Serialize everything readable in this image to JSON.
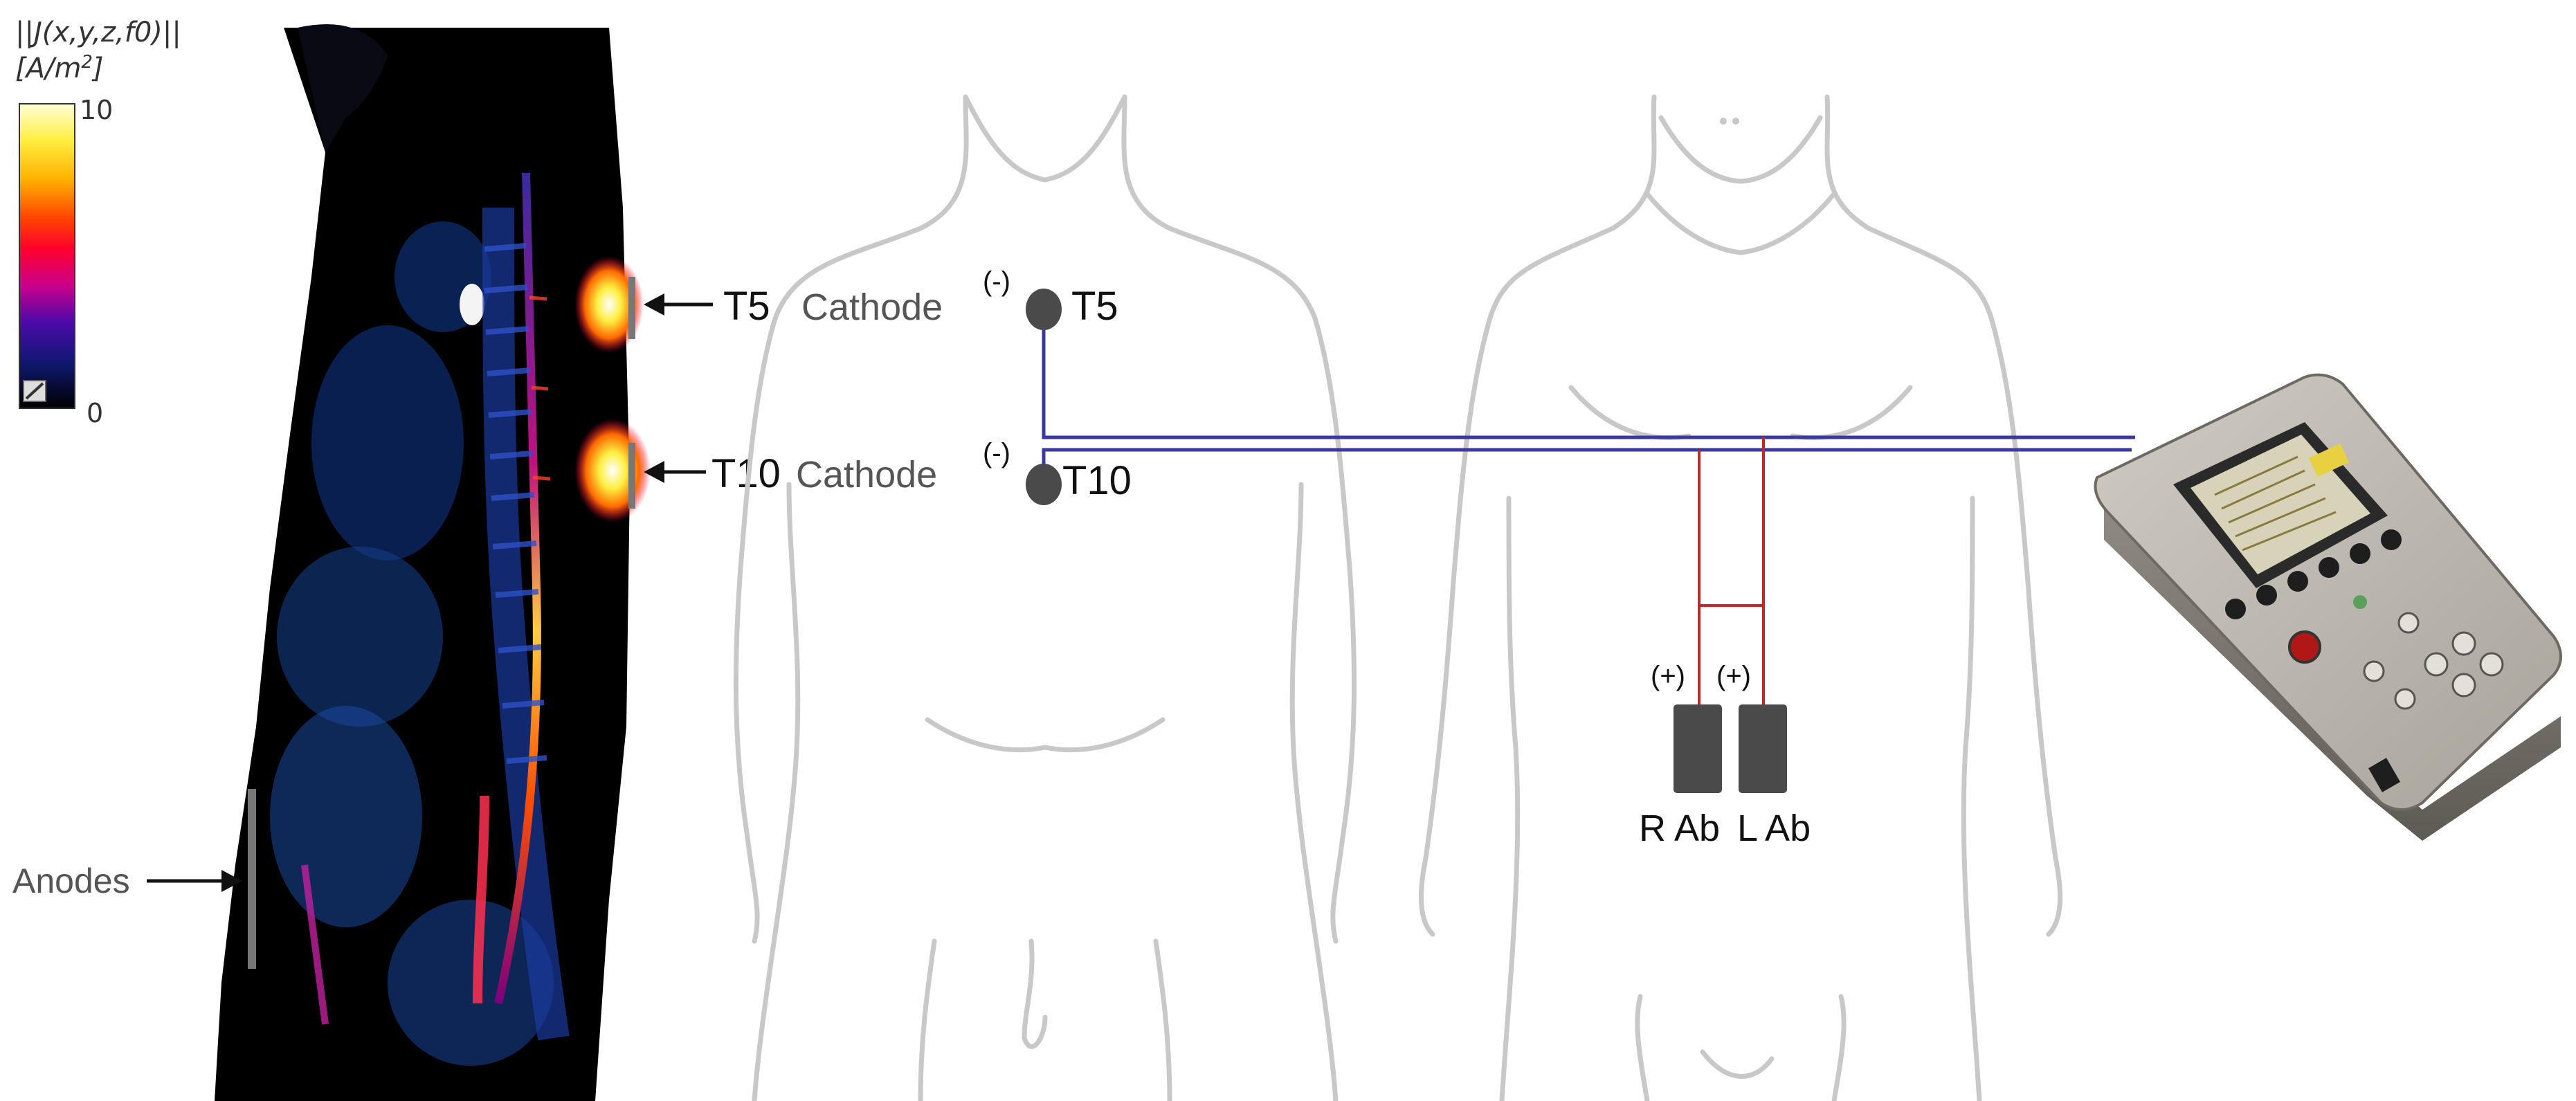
{
  "colorbar": {
    "title_line1": "||J(x,y,z,f0)||",
    "title_unit_prefix": "[A/m",
    "title_unit_exp": "2",
    "title_unit_suffix": "]",
    "max_label": "10",
    "min_label": "0",
    "gradient_colors": [
      "#ffffd8",
      "#ffee40",
      "#ffb000",
      "#ff4000",
      "#ff0030",
      "#c8008c",
      "#4a0aa8",
      "#101870",
      "#000000"
    ]
  },
  "mri": {
    "label_t5": "T5",
    "label_t10": "T10",
    "label_anodes": "Anodes"
  },
  "back_figure": {
    "cathode_t5_polarity": "(-)",
    "cathode_t5_word": "Cathode",
    "cathode_t5_level": "T5",
    "cathode_t10_polarity": "(-)",
    "cathode_t10_word": "Cathode",
    "cathode_t10_level": "T10"
  },
  "front_figure": {
    "anode_r_polarity": "(+)",
    "anode_l_polarity": "(+)",
    "anode_r_label": "R Ab",
    "anode_l_label": "L Ab"
  },
  "device": {
    "icon": "stimulator-device-icon"
  },
  "colors": {
    "cathode_wire": "#3a3aa0",
    "anode_wire": "#c0282a",
    "electrode": "#4a4a4a",
    "body_outline": "#c8c8c8"
  }
}
